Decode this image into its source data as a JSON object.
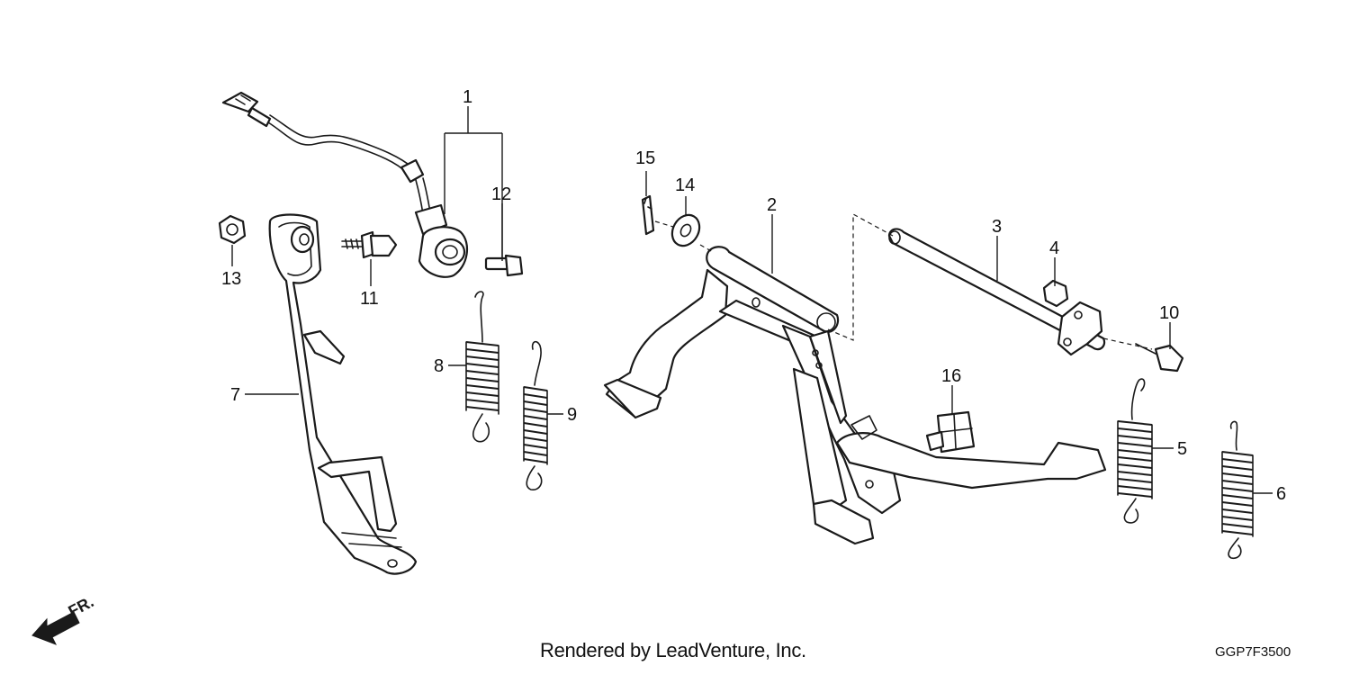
{
  "diagram": {
    "callouts": {
      "c1": "1",
      "c2": "2",
      "c3": "3",
      "c4": "4",
      "c5": "5",
      "c6": "6",
      "c7": "7",
      "c8": "8",
      "c9": "9",
      "c10": "10",
      "c11": "11",
      "c12": "12",
      "c13": "13",
      "c14": "14",
      "c15": "15",
      "c16": "16"
    },
    "direction_label": "FR.",
    "credit": "Rendered by LeadVenture, Inc.",
    "diagram_code": "GGP7F3500"
  }
}
